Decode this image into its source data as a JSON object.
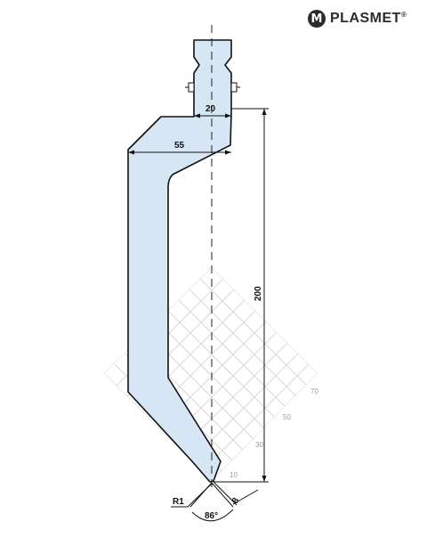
{
  "brand": {
    "mark": "M",
    "name": "PLASMET",
    "registered": "®"
  },
  "dimensions": {
    "tang_width": "20",
    "shoulder_width": "55",
    "height": "200",
    "tip_radius": "R1",
    "tip_offset": "8",
    "angle": "86°"
  },
  "grid_scale": [
    "70",
    "50",
    "30",
    "10"
  ],
  "colors": {
    "tool_fill": "#d6e6f5",
    "outline": "#111111",
    "grid": "#cfcfcf",
    "scale_text": "#9a9a9a"
  }
}
